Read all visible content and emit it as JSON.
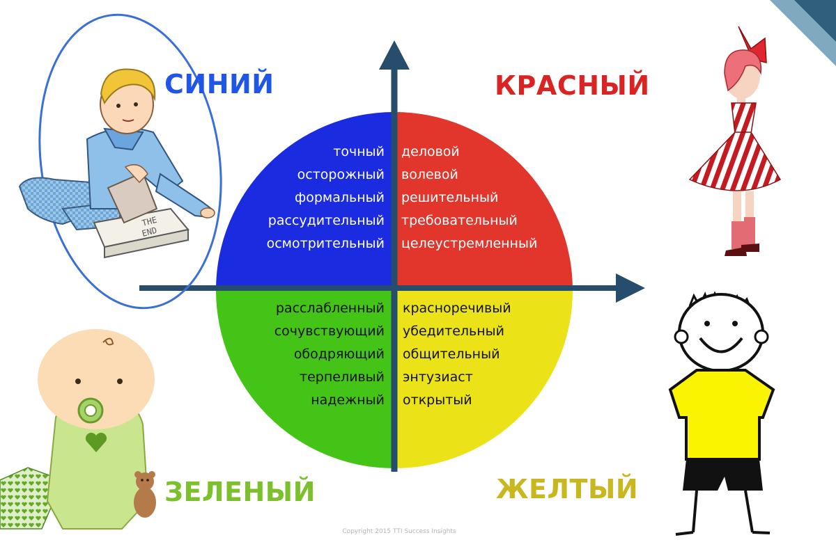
{
  "colors": {
    "blue": "#1a2be0",
    "red": "#e2362c",
    "green": "#43c416",
    "yellow": "#ece218",
    "axis": "#264d6b",
    "blue_title": "#1f56e6",
    "red_title": "#da2424",
    "green_title": "#7cc12d",
    "yellow_title": "#c9b71f"
  },
  "quadrants": {
    "blue": {
      "title": "СИНИЙ",
      "traits": [
        "точный",
        "осторожный",
        "формальный",
        "рассудительный",
        "осмотрительный"
      ]
    },
    "red": {
      "title": "КРАСНЫЙ",
      "traits": [
        "деловой",
        "волевой",
        "решительный",
        "требовательный",
        "целеустремленный"
      ]
    },
    "green": {
      "title": "ЗЕЛЕНЫЙ",
      "traits": [
        "расслабленный",
        "сочувствующий",
        "ободряющий",
        "терпеливый",
        "надежный"
      ]
    },
    "yellow": {
      "title": "ЖЕЛТЫЙ",
      "traits": [
        "красноречивый",
        "убедительный",
        "общительный",
        "энтузиаст",
        "открытый"
      ]
    }
  },
  "illustrations": {
    "blue": "boy-with-book",
    "red": "girl-in-striped-dress",
    "green": "baby-with-pacifier-and-teddy-bear",
    "yellow": "stick-boy-yellow-shirt"
  },
  "book_text": [
    "THE",
    "END"
  ],
  "copyright": "Copyright 2015 TTI Success Insights"
}
